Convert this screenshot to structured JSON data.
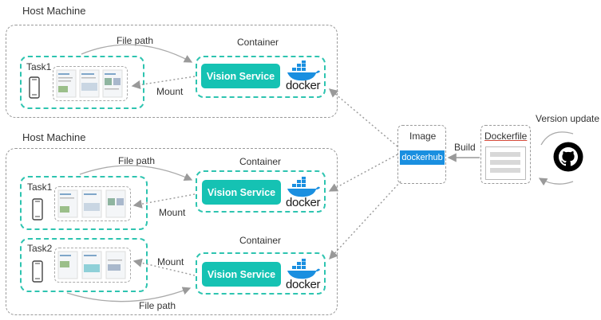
{
  "host1": {
    "title": "Host Machine",
    "task": "Task1",
    "container_label": "Container",
    "service": "Vision Service",
    "file_path": "File path",
    "mount": "Mount",
    "docker": "docker"
  },
  "host2": {
    "title": "Host Machine",
    "task1": "Task1",
    "task2": "Task2",
    "container1_label": "Container",
    "container2_label": "Container",
    "service1": "Vision Service",
    "service2": "Vision Service",
    "file_path_top": "File path",
    "file_path_bottom": "File path",
    "mount1": "Mount",
    "mount2": "Mount",
    "docker": "docker"
  },
  "image": {
    "label": "Image",
    "hub_text": "dockerhub"
  },
  "build": {
    "label": "Build"
  },
  "dockerfile": {
    "label": "Dockerfile"
  },
  "version": {
    "label": "Version update"
  },
  "colors": {
    "teal": "#2ec4b0",
    "service_bg": "#15c2b3",
    "docker_blue": "#1a8fe0"
  },
  "icons": [
    "phone-icon",
    "docker-whale-icon",
    "github-icon",
    "screenshot-thumbnails"
  ]
}
